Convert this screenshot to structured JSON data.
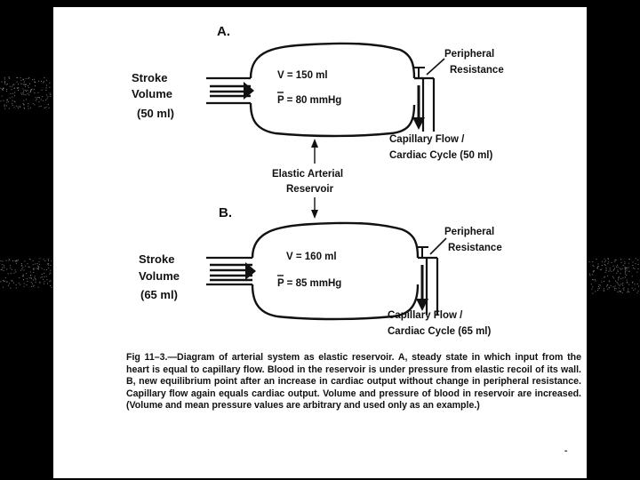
{
  "diagram": {
    "panel_a": {
      "tag": "A.",
      "stroke_volume": [
        "Stroke",
        "Volume",
        "(50 ml)"
      ],
      "volume": "V = 150 ml",
      "pressure": "P = 80 mmHg",
      "resistance": [
        "Peripheral",
        "Resistance"
      ],
      "flow": [
        "Capillary Flow /",
        "Cardiac Cycle (50 ml)"
      ]
    },
    "elastic_reservoir": [
      "Elastic Arterial",
      "Reservoir"
    ],
    "panel_b": {
      "tag": "B.",
      "stroke_volume": [
        "Stroke",
        "Volume",
        "(65 ml)"
      ],
      "volume": "V = 160 ml",
      "pressure": "P = 85 mmHg",
      "resistance": [
        "Peripheral",
        "Resistance"
      ],
      "flow": [
        "Capillary Flow /",
        "Cardiac Cycle (65 ml)"
      ]
    }
  },
  "caption": {
    "figure_label": "Fig 11–3.—",
    "text": "Diagram of arterial system as elastic reservoir. A, steady state in which input from the heart is equal to capillary flow. Blood in the reservoir is under pressure from elastic recoil of its wall. B, new equilibrium point after an increase in cardiac output without change in peripheral resistance. Capillary flow again equals cardiac output. Volume and pressure of blood in reservoir are increased. (Volume and mean pressure values are arbitrary and used only as an example.)"
  },
  "colors": {
    "ink": "#111111",
    "page": "#ffffff",
    "background": "#000000"
  }
}
